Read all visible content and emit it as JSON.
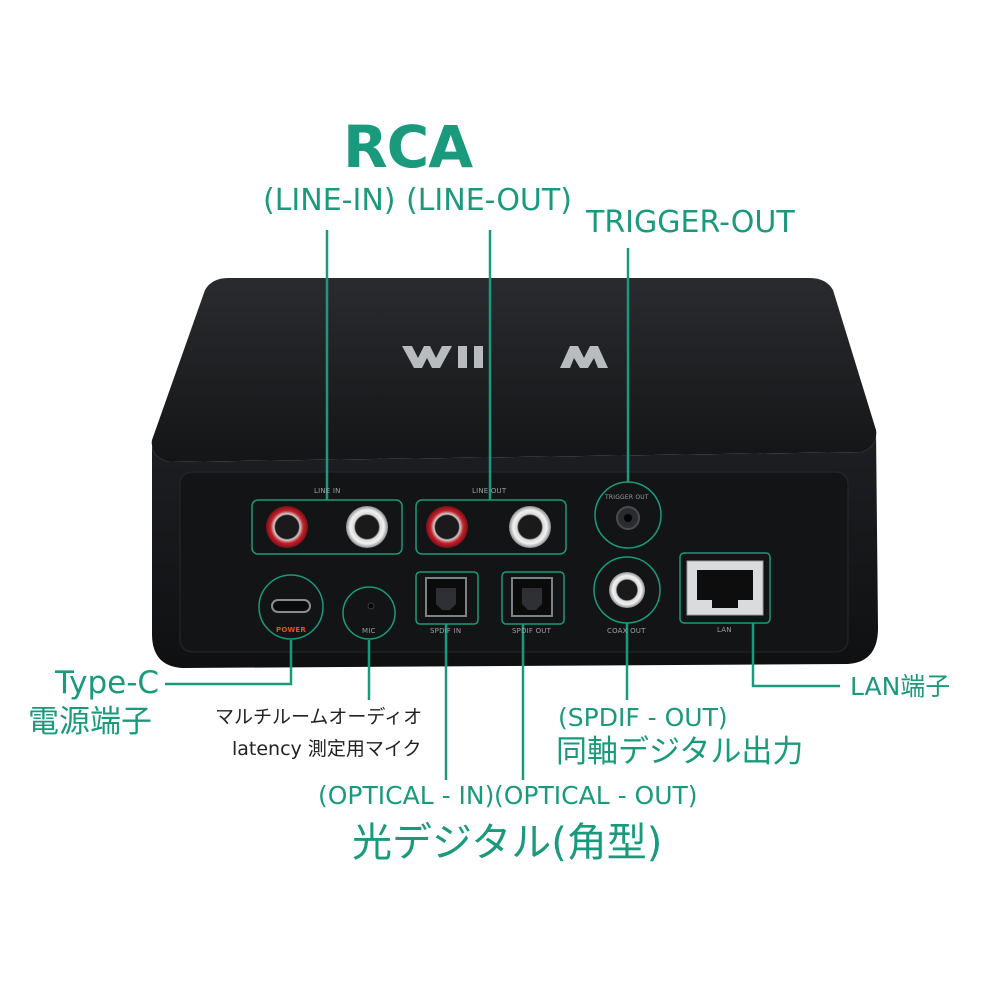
{
  "headline": {
    "rca": "RCA",
    "line_in": "(LINE-IN)",
    "line_out": "(LINE-OUT)",
    "trigger_out": "TRIGGER-OUT"
  },
  "callouts": {
    "type_c_line1": "Type-C",
    "type_c_line2": "電源端子",
    "mic_line1": "マルチルームオーディオ",
    "mic_line2": "latency 測定用マイク",
    "spdif_out_line1": "(SPDIF - OUT)",
    "spdif_out_line2": "同軸デジタル出力",
    "lan": "LAN端子",
    "optical_in": "(OPTICAL - IN)",
    "optical_out": "(OPTICAL - OUT)",
    "optical_caption": "光デジタル(角型)"
  },
  "device": {
    "brand": "WiiM",
    "panel_labels": {
      "line_in": "LINE IN",
      "line_out": "LINE OUT",
      "trigger_out": "TRIGGER OUT",
      "power": "POWER",
      "mic": "MIC",
      "spdif_in": "SPDIF IN",
      "spdif_out": "SPDIF OUT",
      "coax_out": "COAX OUT",
      "lan": "LAN"
    }
  },
  "colors": {
    "accent": "#1a9a7c",
    "device_body": "#1c1d1f",
    "port_red": "#c8202a",
    "power_label": "#e0521e"
  }
}
